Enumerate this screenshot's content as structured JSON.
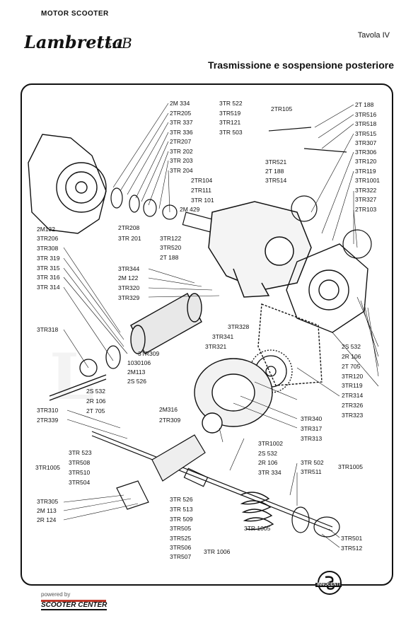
{
  "header": {
    "category": "MOTOR SCOOTER",
    "brand": "Lambretta",
    "model": "125",
    "series": "B",
    "sheet": "Tavola IV",
    "title": "Trasmissione e sospensione posteriore"
  },
  "labels": [
    "2M 334",
    "2TR205",
    "3TR 337",
    "3TR 336",
    "2TR207",
    "3TR 202",
    "3TR 203",
    "3TR 204",
    "3TR 522",
    "3TR519",
    "3TR121",
    "3TR 503",
    "2TR105",
    "3TR521",
    "2T 188",
    "3TR514",
    "2T 188",
    "3TR516",
    "3TR518",
    "3TR515",
    "3TR307",
    "3TR306",
    "3TR120",
    "3TR119",
    "3TR1001",
    "3TR322",
    "3TR327",
    "2TR103",
    "2TR104",
    "2TR111",
    "3TR 101",
    "2M 429",
    "2M132",
    "3TR206",
    "2TR208",
    "3TR 201",
    "3TR122",
    "3TR520",
    "2T 188",
    "3TR308",
    "3TR 319",
    "3TR 315",
    "3TR 316",
    "3TR 314",
    "3TR344",
    "2M 122",
    "3TR320",
    "3TR329",
    "3TR318",
    "3TR328",
    "3TR341",
    "3TR309",
    "3TR321",
    "1030106",
    "2M113",
    "2S 526",
    "2S 532",
    "2R 106",
    "2T 705",
    "3TR120",
    "3TR119",
    "2TR314",
    "2TR326",
    "3TR323",
    "2S 532",
    "2R 106",
    "2T 705",
    "3TR310",
    "2TR339",
    "2M316",
    "2TR309",
    "3TR340",
    "3TR317",
    "3TR313",
    "3TR 523",
    "3TR508",
    "3TR510",
    "3TR504",
    "3TR1005",
    "3TR1002",
    "2S 532",
    "2R 106",
    "3TR 334",
    "3TR 502",
    "3TR511",
    "3TR1005",
    "3TR305",
    "2M 113",
    "2R 124",
    "3TR 526",
    "3TR 513",
    "3TR 509",
    "3TR505",
    "3TR525",
    "3TR506",
    "3TR507",
    "3TR 1005",
    "3TR 1006",
    "3TR501",
    "3TR512"
  ],
  "footer": {
    "powered_by": "powered by",
    "partner": "SCOOTER CENTER",
    "maker": "INNOCENTI"
  },
  "colors": {
    "ink": "#111111",
    "accent": "#c0392b"
  }
}
